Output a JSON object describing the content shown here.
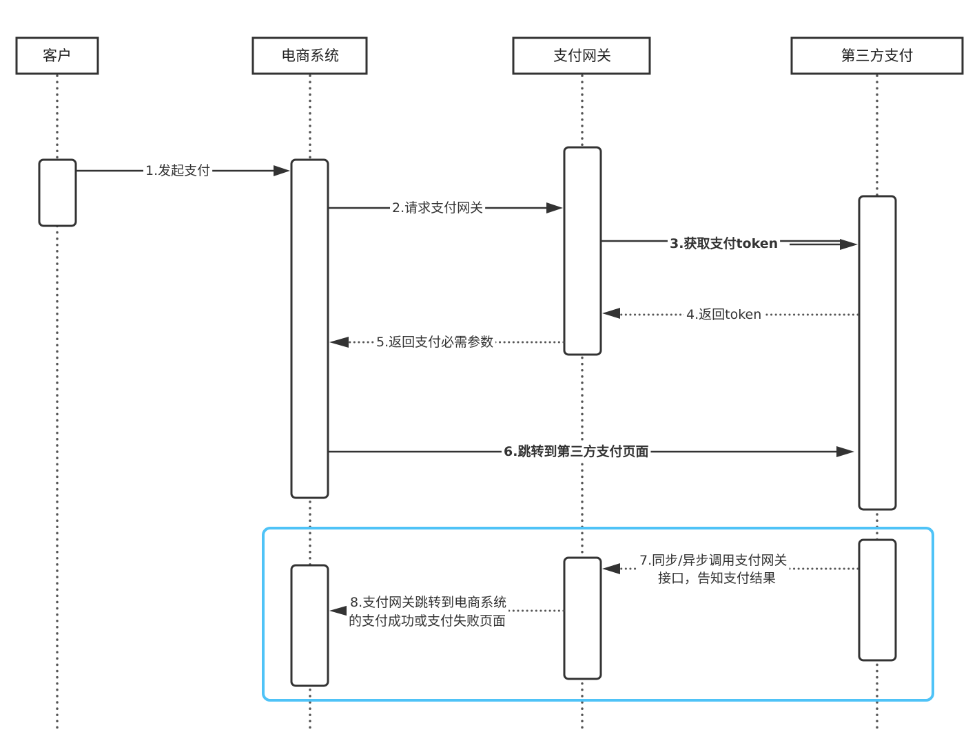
{
  "diagram": {
    "type": "sequence",
    "participants": [
      {
        "id": "customer",
        "label": "客户"
      },
      {
        "id": "ecommerce",
        "label": "电商系统"
      },
      {
        "id": "gateway",
        "label": "支付网关"
      },
      {
        "id": "thirdparty",
        "label": "第三方支付"
      }
    ],
    "messages": [
      {
        "id": "m1",
        "from": "customer",
        "to": "ecommerce",
        "style": "solid",
        "bold": false,
        "lines": [
          "1.发起支付"
        ]
      },
      {
        "id": "m2",
        "from": "ecommerce",
        "to": "gateway",
        "style": "solid",
        "bold": false,
        "lines": [
          "2.请求支付网关"
        ]
      },
      {
        "id": "m3",
        "from": "gateway",
        "to": "thirdparty",
        "style": "solid",
        "bold": true,
        "lines": [
          "3.获取支付token"
        ]
      },
      {
        "id": "m4",
        "from": "thirdparty",
        "to": "gateway",
        "style": "dotted",
        "bold": false,
        "lines": [
          "4.返回token"
        ]
      },
      {
        "id": "m5",
        "from": "gateway",
        "to": "ecommerce",
        "style": "dotted",
        "bold": false,
        "lines": [
          "5.返回支付必需参数"
        ]
      },
      {
        "id": "m6",
        "from": "ecommerce",
        "to": "thirdparty",
        "style": "solid",
        "bold": true,
        "lines": [
          "6.跳转到第三方支付页面"
        ]
      },
      {
        "id": "m7",
        "from": "thirdparty",
        "to": "gateway",
        "style": "dotted",
        "bold": false,
        "lines": [
          "7.同步/异步调用支付网关",
          "接口，告知支付结果"
        ]
      },
      {
        "id": "m8",
        "from": "gateway",
        "to": "ecommerce",
        "style": "dotted",
        "bold": false,
        "lines": [
          "8.支付网关跳转到电商系统",
          "的支付成功或支付失败页面"
        ]
      }
    ],
    "highlight_frame": {
      "covers_messages": [
        "m7",
        "m8"
      ],
      "color": "#4fc3f7"
    },
    "colors": {
      "stroke": "#333333",
      "frame": "#4fc3f7",
      "background": "#ffffff"
    }
  }
}
